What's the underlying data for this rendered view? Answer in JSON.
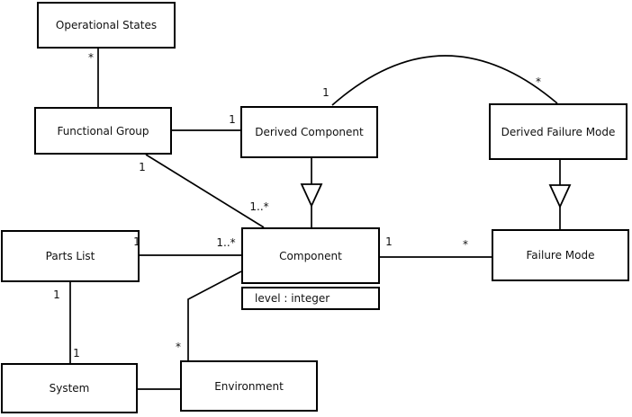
{
  "diagram": {
    "type": "uml-class-diagram",
    "colors": {
      "line": "#000000",
      "background": "#ffffff",
      "box_fill": "#ffffff",
      "text": "#111111"
    },
    "classes": {
      "operational_states": {
        "name": "Operational States"
      },
      "functional_group": {
        "name": "Functional Group"
      },
      "derived_component": {
        "name": "Derived Component"
      },
      "derived_failure_mode": {
        "name": "Derived Failure Mode"
      },
      "parts_list": {
        "name": "Parts List"
      },
      "component": {
        "name": "Component",
        "attribute": "level : integer"
      },
      "failure_mode": {
        "name": "Failure Mode"
      },
      "system": {
        "name": "System"
      },
      "environment": {
        "name": "Environment"
      }
    },
    "multiplicities": {
      "os_fg_star": "*",
      "fg_dc_one": "1",
      "arc_dc_one": "1",
      "arc_dfm_star": "*",
      "fg_comp_one": "1",
      "fg_comp_many": "1..*",
      "pl_comp_one": "1",
      "pl_comp_many": "1..*",
      "comp_fm_one": "1",
      "comp_fm_star": "*",
      "pl_sys_top_one": "1",
      "pl_sys_bottom_one": "1",
      "env_comp_star": "*"
    },
    "relationships": [
      {
        "from": "Operational States",
        "to": "Functional Group",
        "type": "association",
        "from_multiplicity": "*"
      },
      {
        "from": "Functional Group",
        "to": "Derived Component",
        "type": "association",
        "to_multiplicity": "1"
      },
      {
        "from": "Derived Component",
        "to": "Derived Failure Mode",
        "type": "association",
        "from_multiplicity": "1",
        "to_multiplicity": "*",
        "shape": "arc"
      },
      {
        "from": "Derived Component",
        "to": "Component",
        "type": "generalization"
      },
      {
        "from": "Derived Failure Mode",
        "to": "Failure Mode",
        "type": "generalization"
      },
      {
        "from": "Functional Group",
        "to": "Component",
        "type": "association",
        "from_multiplicity": "1",
        "to_multiplicity": "1..*"
      },
      {
        "from": "Parts List",
        "to": "Component",
        "type": "association",
        "from_multiplicity": "1",
        "to_multiplicity": "1..*"
      },
      {
        "from": "Component",
        "to": "Failure Mode",
        "type": "association",
        "from_multiplicity": "1",
        "to_multiplicity": "*"
      },
      {
        "from": "Parts List",
        "to": "System",
        "type": "association",
        "from_multiplicity": "1",
        "to_multiplicity": "1"
      },
      {
        "from": "System",
        "to": "Environment",
        "type": "association"
      },
      {
        "from": "Environment",
        "to": "Component",
        "type": "association",
        "from_multiplicity": "*"
      }
    ]
  }
}
